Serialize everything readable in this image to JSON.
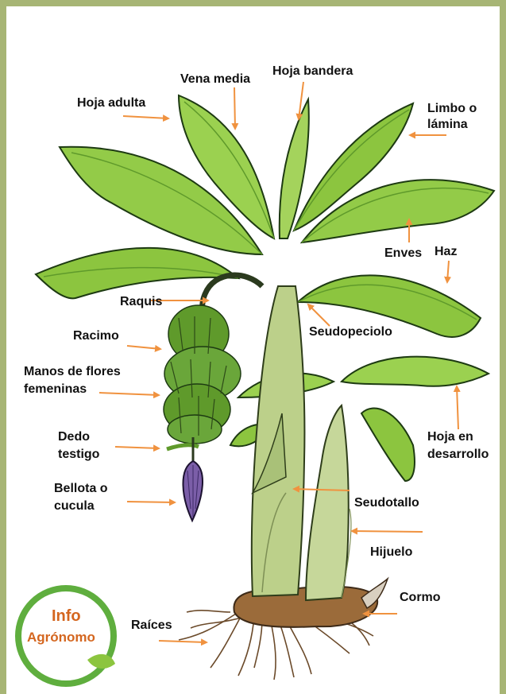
{
  "labels": {
    "hoja_adulta": "Hoja adulta",
    "vena_media": "Vena media",
    "hoja_bandera": "Hoja bandera",
    "limbo_1": "Limbo o",
    "limbo_2": "lámina",
    "enves": "Enves",
    "haz": "Haz",
    "raquis": "Raquis",
    "seudopeciolo": "Seudopeciolo",
    "racimo": "Racimo",
    "manos_1": "Manos de flores",
    "manos_2": "femeninas",
    "dedo_1": "Dedo",
    "dedo_2": "testigo",
    "hoja_des_1": "Hoja en",
    "hoja_des_2": "desarrollo",
    "bellota_1": "Bellota o",
    "bellota_2": "cucula",
    "seudotallo": "Seudotallo",
    "hijuelo": "Hijuelo",
    "cormo": "Cormo",
    "raices": "Raíces"
  },
  "logo": {
    "line1": "Info",
    "line2": "Agrónomo"
  },
  "colors": {
    "frame": "#a7b575",
    "arrow": "#f0923f",
    "leaf": "#8cc53f",
    "leaf_dark": "#5f9a2b",
    "stem": "#bcd08a",
    "bract": "#7b5ea8",
    "logo_text": "#d4661f",
    "logo_ring": "#5fae3e"
  }
}
